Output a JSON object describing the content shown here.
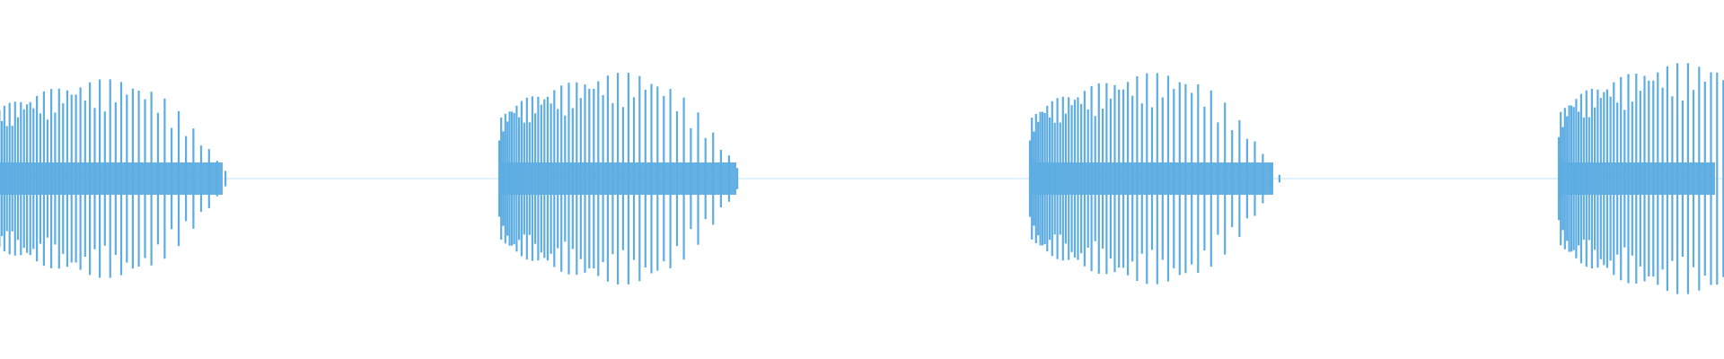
{
  "waveform": {
    "color": "#5dade2",
    "background": "#ffffff",
    "envelope_type": "rising-then-decaying chirp",
    "bursts": [
      {
        "peak_amplitude": 0.62,
        "decay_tail": true
      },
      {
        "peak_amplitude": 0.66,
        "decay_tail": true
      },
      {
        "peak_amplitude": 0.66,
        "decay_tail": true
      },
      {
        "peak_amplitude": 0.72,
        "decay_tail": false
      }
    ]
  }
}
